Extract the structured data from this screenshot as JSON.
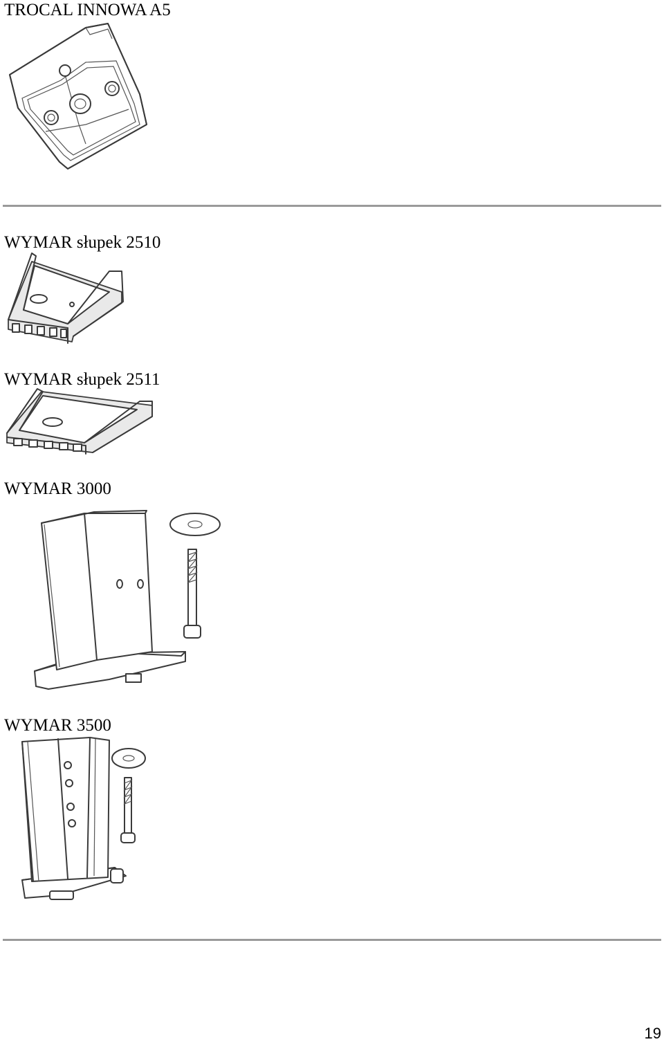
{
  "document": {
    "header_title": "TROCAL INNOWA A5",
    "sections": [
      {
        "label": "WYMAR słupek 2510"
      },
      {
        "label": "WYMAR słupek 2511"
      },
      {
        "label": "WYMAR 3000"
      },
      {
        "label": "WYMAR 3500"
      }
    ],
    "page_number": "19"
  },
  "icons": {
    "fig_top": "bracket-plate-drawing",
    "fig_2510": "channel-bracket-drawing",
    "fig_2511": "channel-bracket-drawing",
    "fig_3000": "post-bracket-with-washer-and-screw-drawing",
    "fig_3500": "post-bracket-with-washer-and-screw-drawing"
  }
}
